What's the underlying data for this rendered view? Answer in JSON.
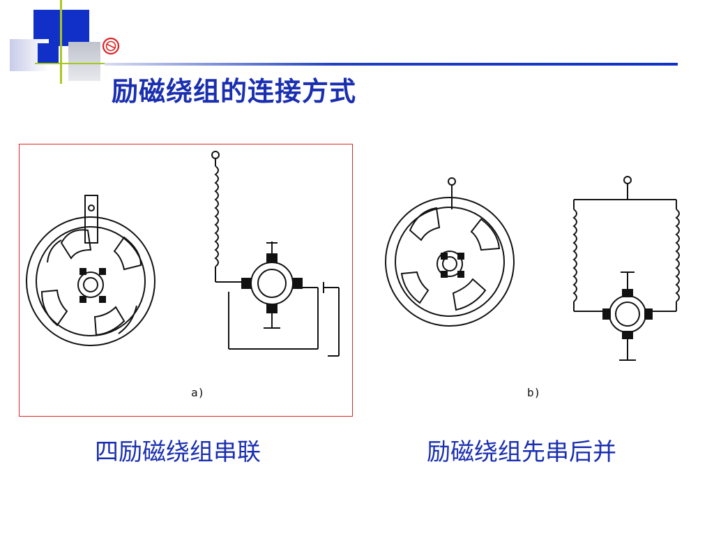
{
  "slide": {
    "title": "励磁绕组的连接方式",
    "logo_name": "school-emblem-icon"
  },
  "figures": [
    {
      "label": "a)",
      "caption": "四励磁绕组串联"
    },
    {
      "label": "b)",
      "caption": "励磁绕组先串后并"
    }
  ],
  "colors": {
    "title_text": "#1a2fb0",
    "decor_blue": "#1030c8",
    "frame_red": "#d22222",
    "rule_line": "#2040c0",
    "decor_green": "#a8c820"
  }
}
